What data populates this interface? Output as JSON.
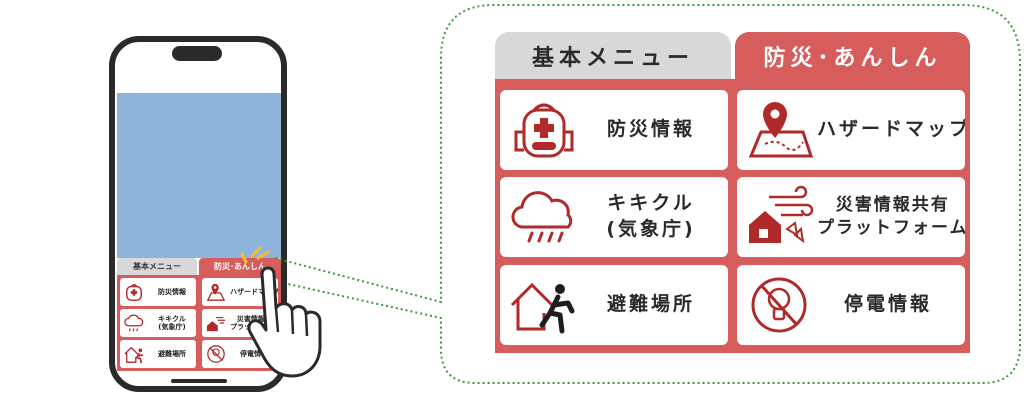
{
  "tabs": {
    "basic_label": "基本メニュー",
    "safety_label": "防災･あんしん",
    "mini_safety_label": "防災･あんしん"
  },
  "menu": {
    "items": [
      {
        "label": "防災情報",
        "icon": "first-aid-backpack-icon"
      },
      {
        "label": "ハザードマップ",
        "icon": "map-pin-icon"
      },
      {
        "label_line1": "キキクル",
        "label_line2": "(気象庁)",
        "icon": "rain-cloud-icon"
      },
      {
        "label_line1": "災害情報共有",
        "label_line2": "プラットフォーム",
        "icon": "wind-house-icon"
      },
      {
        "label": "避難場所",
        "icon": "evacuation-exit-icon"
      },
      {
        "label": "停電情報",
        "icon": "no-lightbulb-icon"
      }
    ]
  },
  "colors": {
    "accent": "#d75c5c",
    "icon_red": "#b02a2a",
    "tab_gray": "#d8d8d8",
    "screen_blue": "#8fb4dc",
    "callout_border": "#3a9a3a"
  }
}
